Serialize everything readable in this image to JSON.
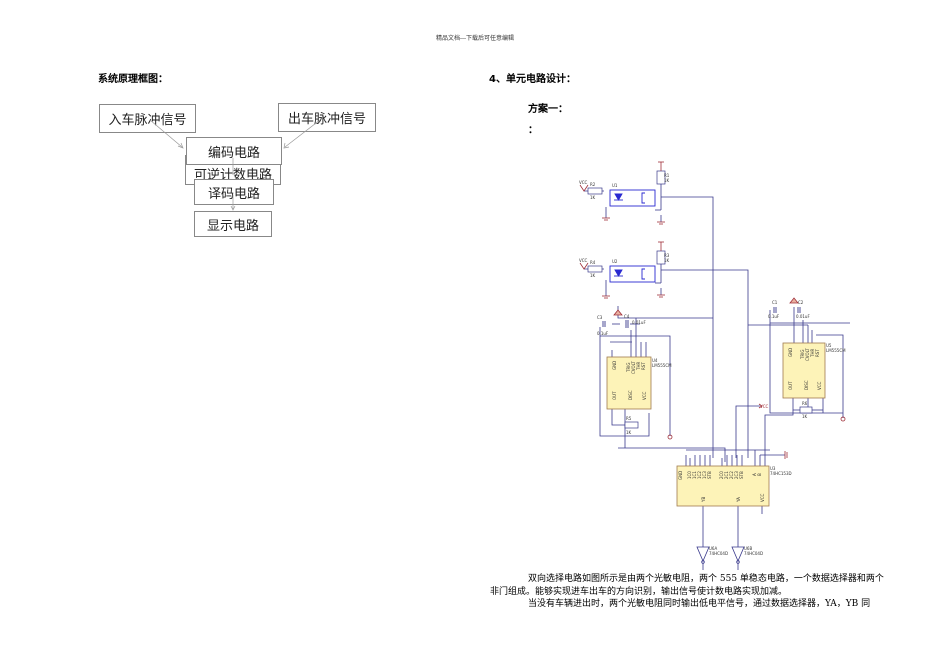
{
  "header": {
    "watermark": "精品文档---下载后可任意编辑"
  },
  "left": {
    "title": "系统原理框图：",
    "blocks": {
      "in_pulse": "入车脉冲信号",
      "out_pulse": "出车脉冲信号",
      "encoder": "编码电路",
      "counter": "可逆计数电路",
      "decoder": "译码电路",
      "display": "显示电路"
    }
  },
  "right": {
    "section_title": "4、单元电路设计：",
    "plan_title": "方案一：",
    "colon": "：",
    "schematic": {
      "labels": {
        "vcc": "VCC",
        "r1": "R1",
        "r1v": "1K",
        "r2": "R2",
        "r2v": "1K",
        "r3": "R3",
        "r3v": "1K",
        "r4": "R4",
        "r4v": "1K",
        "r5": "R5",
        "r5v": "1K",
        "r6": "R6",
        "r6v": "1K",
        "u1": "U1",
        "u2": "U2",
        "u4": "U4",
        "u4_part": "LM555CM",
        "u5": "U5",
        "u5_part": "LM555CM",
        "u3": "U3",
        "u3_part": "74HC153D",
        "c1": "C1",
        "c1v": "0.1uF",
        "c2": "C2",
        "c2v": "0.01uF",
        "c3": "C3",
        "c3v": "0.1uF",
        "c4": "C4",
        "c4v": "0.01uF",
        "u6a": "U6A",
        "u6b": "U6B",
        "inv_part": "74HC04D",
        "pins_555": [
          "GND",
          "TRIG",
          "CVOLT",
          "THR",
          "RST",
          "OUT",
          "DISC",
          "VCC"
        ],
        "pins_mux": [
          "GND",
          "1C0",
          "1C1",
          "1C2",
          "1C3",
          "STB",
          "2C0",
          "2C1",
          "2C2",
          "2C3",
          "STB",
          "A",
          "B",
          "YB",
          "YA",
          "VCC"
        ]
      }
    },
    "paragraphs": [
      "双向选择电路如图所示是由两个光敏电阻，两个 555 单稳态电路，一个数据选择器和两个非门组成。能够实现进车出车的方向识别，输出信号使计数电路实现加减。",
      "当没有车辆进出时，两个光敏电阻同时输出低电平信号，通过数据选择器，YA，YB 同"
    ]
  },
  "colors": {
    "wire": "#3a3a8c",
    "power": "#a0303a",
    "chip_fill": "#fdf3b8",
    "chip_border": "#a07a50",
    "opto": "#2a2ad0"
  }
}
